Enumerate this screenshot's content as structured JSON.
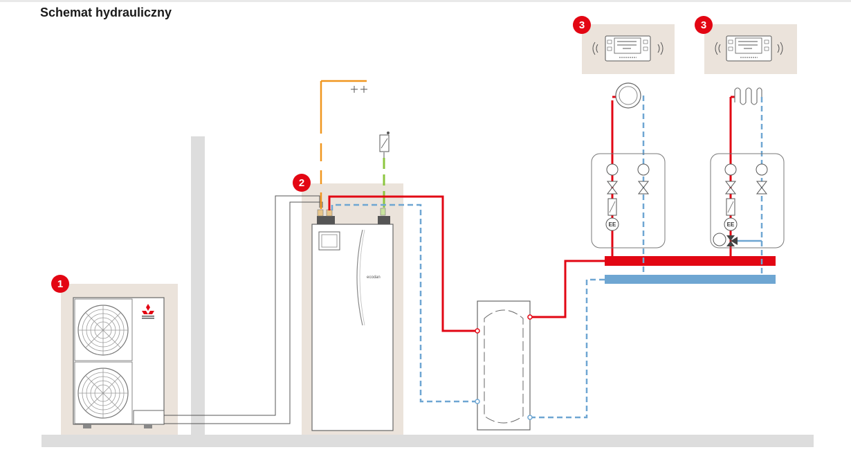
{
  "title": "Schemat hydrauliczny",
  "badges": {
    "outdoor_unit": "1",
    "indoor_unit": "2",
    "controller_1": "3",
    "controller_2": "3"
  },
  "indoor_unit": {
    "brand": "ecodan"
  },
  "valve_label_1": "EE",
  "valve_label_2": "EE",
  "colors": {
    "supply": "#e20613",
    "return": "#6ea6d2",
    "power": "#f0961e",
    "sensor": "#8cc63f",
    "badge": "#e30613",
    "background_panel": "#ebe3db",
    "floor": "#dddddd"
  },
  "icons": [
    "mitsubishi-logo-icon",
    "fan-grille-icon",
    "wireless-signal-icon",
    "thermostat-icon",
    "pump-icon",
    "valve-icon",
    "radiator-icon",
    "underfloor-coil-icon"
  ]
}
